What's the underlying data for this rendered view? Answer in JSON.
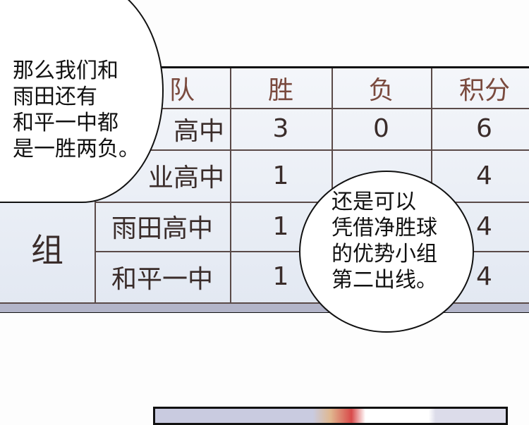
{
  "table": {
    "group_label": "组",
    "headers": {
      "team": "队",
      "wins": "胜",
      "losses": "负",
      "points": "积分"
    },
    "rows": [
      {
        "team": "高中",
        "wins": "3",
        "losses": "0",
        "points": "6"
      },
      {
        "team": "业高中",
        "wins": "1",
        "points": "4"
      },
      {
        "team": "雨田高中",
        "wins": "1",
        "points": "4"
      },
      {
        "team": "和平一中",
        "wins": "1",
        "points": "4"
      }
    ]
  },
  "bubbles": {
    "left": "那么我们和\n雨田还有\n和平一中都\n是一胜两负。",
    "right": "还是可以\n凭借净胜球\n的优势小组\n第二出线。"
  }
}
